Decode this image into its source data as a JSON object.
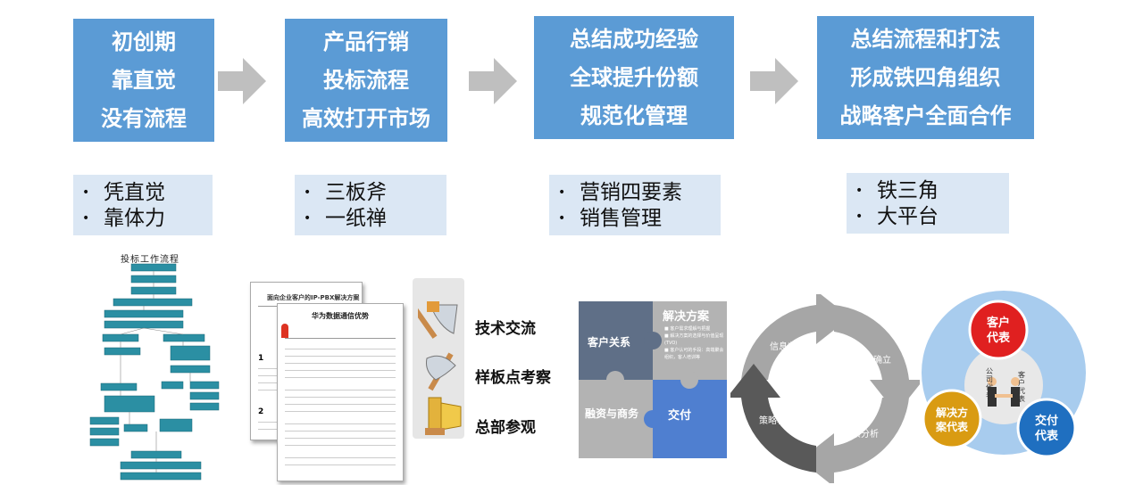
{
  "stages": [
    {
      "lines": [
        "初创期",
        "靠直觉",
        "没有流程"
      ]
    },
    {
      "lines": [
        "产品行销",
        "投标流程",
        "高效打开市场"
      ]
    },
    {
      "lines": [
        "总结成功经验",
        "全球提升份额",
        "规范化管理"
      ]
    },
    {
      "lines": [
        "总结流程和打法",
        "形成铁四角组织",
        "战略客户全面合作"
      ]
    }
  ],
  "points": [
    [
      "凭直觉",
      "靠体力"
    ],
    [
      "三板斧",
      "一纸禅"
    ],
    [
      "营销四要素",
      "销售管理"
    ],
    [
      "铁三角",
      "大平台"
    ]
  ],
  "bullet": "•",
  "flow": {
    "title": "投标工作流程"
  },
  "doc": {
    "title": "面向企业客户的IP-PBX解决方案",
    "subtitle": "华为数据通信优势"
  },
  "tools": [
    "技术交流",
    "样板点考察",
    "总部参观"
  ],
  "puzzle": [
    "客户关系",
    "解决方案",
    "融资与商务",
    "交付"
  ],
  "cycle": [
    "信息收集",
    "目标确立",
    "要素分析",
    "策略输出"
  ],
  "triangle": {
    "circles": [
      "客户\n代表",
      "解决方\n案代表",
      "交付\n代表"
    ],
    "inner": [
      "公司代表",
      "客户代表"
    ]
  },
  "colors": {
    "stage": "#5b9bd5",
    "points_bg": "#dbe7f4",
    "arrow": "#bfbfbf",
    "puzzle_dark": "#5f6f87",
    "puzzle_gray": "#b3b3b3",
    "puzzle_blue": "#4f7fd0",
    "cycle_gray": "#a6a6a6",
    "cycle_dark": "#595959",
    "red": "#e02020",
    "gold": "#d99b12",
    "blue": "#1f6fc0",
    "ring": "#a8ccee"
  }
}
